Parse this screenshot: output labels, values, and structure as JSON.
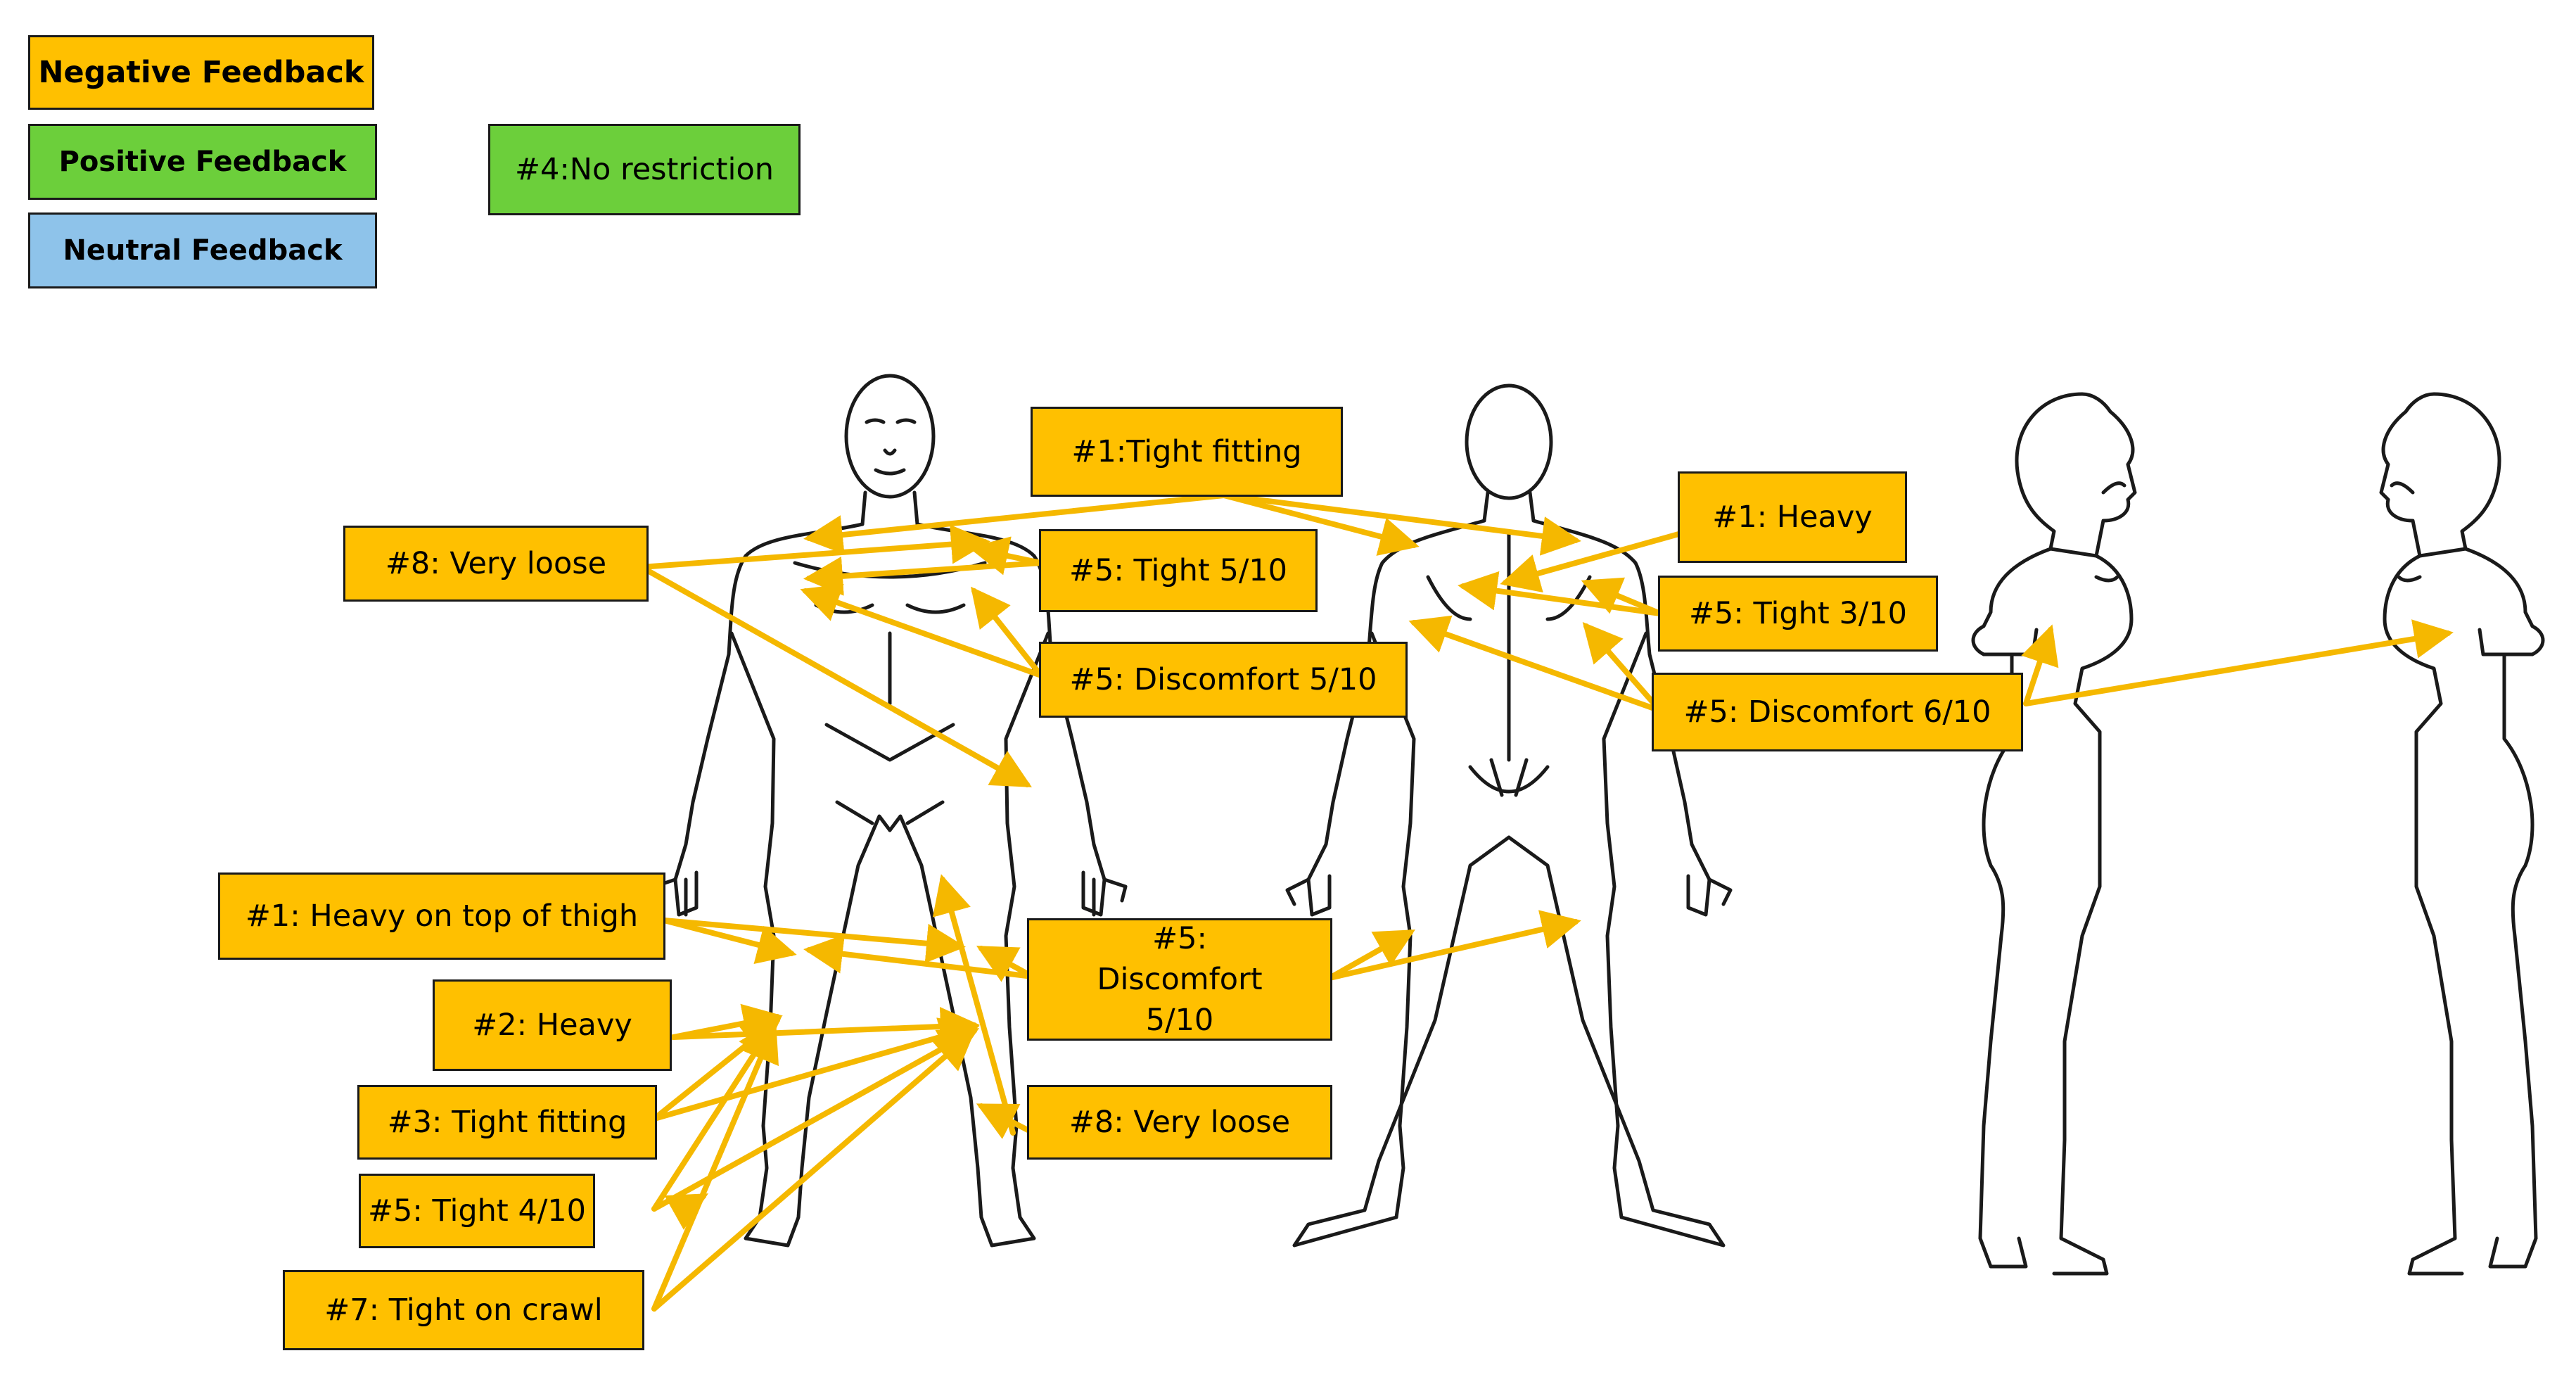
{
  "colors": {
    "negative": "#ffc000",
    "positive": "#6ccf3b",
    "neutral": "#8ec3ea",
    "arrow": "#f5b800",
    "outline": "#1a1a1a"
  },
  "legend": {
    "negative": "Negative Feedback",
    "positive": "Positive Feedback",
    "neutral": "Neutral Feedback"
  },
  "positive_note": "#4:No restriction",
  "labels": {
    "tight_fitting_top": "#1:Tight fitting",
    "heavy_back": "#1: Heavy",
    "very_loose_shoulder": "#8: Very loose",
    "tight_5": "#5: Tight 5/10",
    "tight_3": "#5: Tight 3/10",
    "discomfort_5_chest": "#5: Discomfort 5/10",
    "discomfort_6": "#5: Discomfort 6/10",
    "heavy_thigh": "#1: Heavy on top of thigh",
    "discomfort_5_legs": "#5: Discomfort 5/10",
    "heavy_legs": "#2: Heavy",
    "tight_fitting_legs": "#3: Tight fitting",
    "very_loose_legs": "#8: Very loose",
    "tight_4": "#5: Tight 4/10",
    "tight_crawl": "#7: Tight on crawl"
  },
  "figures": [
    "front-view",
    "back-view",
    "left-side-view",
    "right-side-view"
  ]
}
